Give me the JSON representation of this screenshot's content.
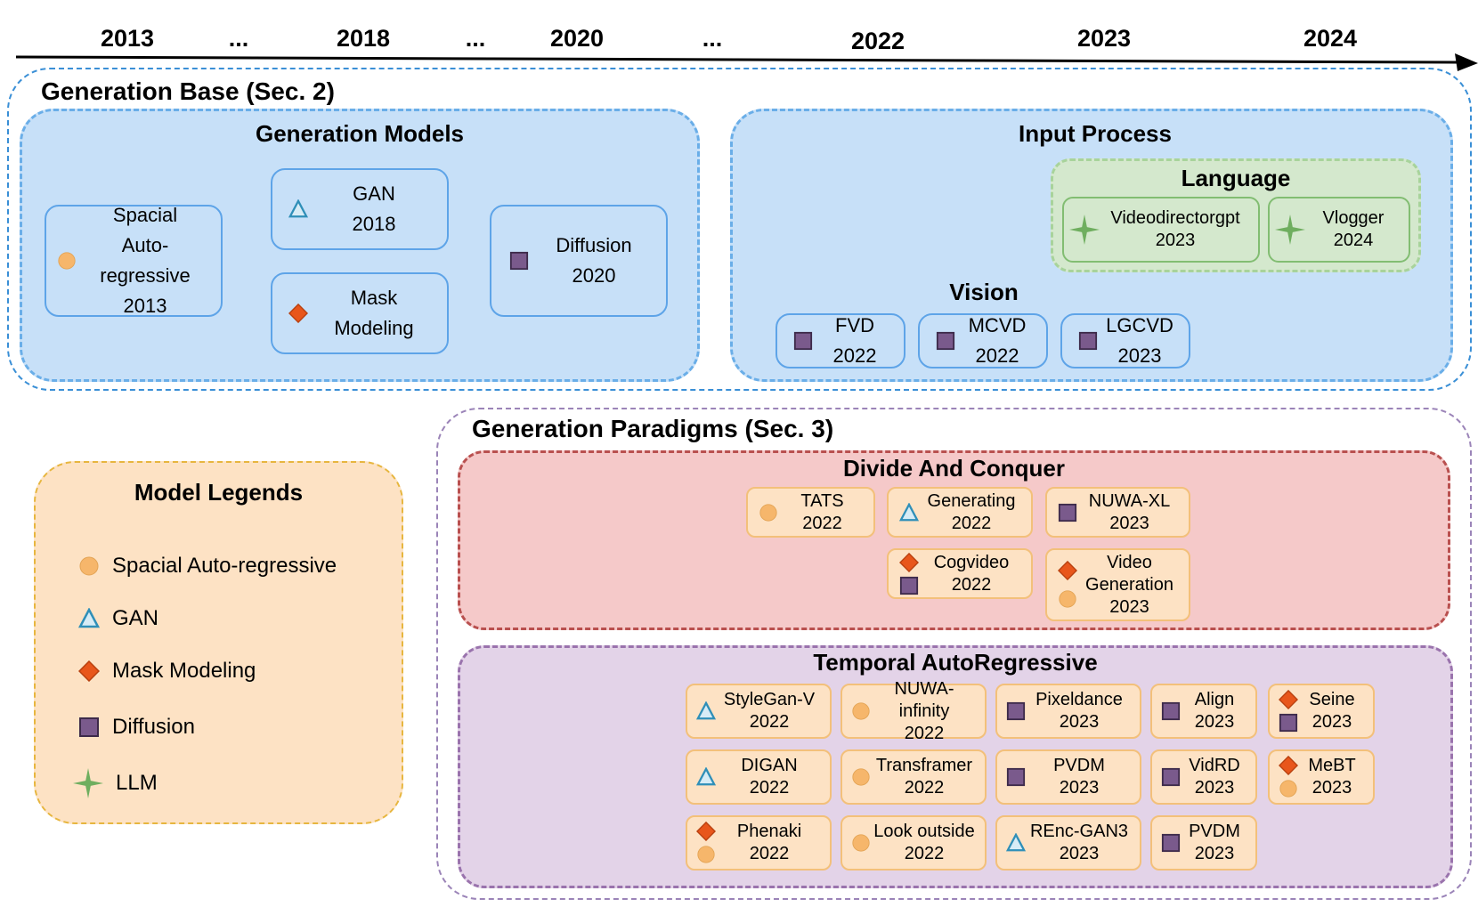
{
  "timeline": {
    "labels": [
      "2013",
      "...",
      "2018",
      "...",
      "2020",
      "...",
      "2022",
      "2023",
      "2024"
    ]
  },
  "colors": {
    "spacial_autoregressive": "#f6b66b",
    "gan": "#2f8fb8",
    "mask_modeling": "#e8561b",
    "diffusion": "#7a5a8c",
    "llm": "#6fae5f"
  },
  "generation_base": {
    "title": "Generation Base (Sec. 2)",
    "models": {
      "title": "Generation Models",
      "nodes": [
        {
          "icons": [
            "circle"
          ],
          "lines": [
            "Spacial",
            "Auto-regressive",
            "2013"
          ]
        },
        {
          "icons": [
            "triangle"
          ],
          "lines": [
            "GAN",
            "2018"
          ]
        },
        {
          "icons": [
            "diamond"
          ],
          "lines": [
            "Mask",
            "Modeling"
          ]
        },
        {
          "icons": [
            "square"
          ],
          "lines": [
            "Diffusion",
            "2020"
          ]
        }
      ]
    },
    "input": {
      "title": "Input Process",
      "language": {
        "title": "Language",
        "nodes": [
          {
            "icons": [
              "star"
            ],
            "lines": [
              "Videodirectorgpt",
              "2023"
            ]
          },
          {
            "icons": [
              "star"
            ],
            "lines": [
              "Vlogger",
              "2024"
            ]
          }
        ]
      },
      "vision": {
        "title": "Vision",
        "nodes": [
          {
            "icons": [
              "square"
            ],
            "lines": [
              "FVD",
              "2022"
            ]
          },
          {
            "icons": [
              "square"
            ],
            "lines": [
              "MCVD",
              "2022"
            ]
          },
          {
            "icons": [
              "square"
            ],
            "lines": [
              "LGCVD",
              "2023"
            ]
          }
        ]
      }
    }
  },
  "legend": {
    "title": "Model Legends",
    "items": [
      {
        "icon": "circle",
        "label": "Spacial Auto-regressive"
      },
      {
        "icon": "triangle",
        "label": "GAN"
      },
      {
        "icon": "diamond",
        "label": "Mask Modeling"
      },
      {
        "icon": "square",
        "label": "Diffusion"
      },
      {
        "icon": "star",
        "label": "LLM"
      }
    ]
  },
  "paradigms": {
    "title": "Generation Paradigms (Sec. 3)",
    "divide": {
      "title": "Divide And Conquer",
      "nodes": [
        {
          "icons": [
            "circle"
          ],
          "lines": [
            "TATS",
            "2022"
          ]
        },
        {
          "icons": [
            "triangle"
          ],
          "lines": [
            "Generating",
            "2022"
          ]
        },
        {
          "icons": [
            "square"
          ],
          "lines": [
            "NUWA-XL",
            "2023"
          ]
        },
        {
          "icons": [
            "diamond",
            "square"
          ],
          "lines": [
            "Cogvideo",
            "2022"
          ]
        },
        {
          "icons": [
            "diamond",
            "circle"
          ],
          "lines": [
            "Video",
            "Generation",
            "2023"
          ]
        }
      ]
    },
    "temporal": {
      "title": "Temporal AutoRegressive",
      "nodes": [
        {
          "icons": [
            "triangle"
          ],
          "lines": [
            "StyleGan-V",
            "2022"
          ]
        },
        {
          "icons": [
            "circle"
          ],
          "lines": [
            "NUWA-infinity",
            "2022"
          ]
        },
        {
          "icons": [
            "square"
          ],
          "lines": [
            "Pixeldance",
            "2023"
          ]
        },
        {
          "icons": [
            "square"
          ],
          "lines": [
            "Align",
            "2023"
          ]
        },
        {
          "icons": [
            "diamond",
            "square"
          ],
          "lines": [
            "Seine",
            "2023"
          ]
        },
        {
          "icons": [
            "triangle"
          ],
          "lines": [
            "DIGAN",
            "2022"
          ]
        },
        {
          "icons": [
            "circle"
          ],
          "lines": [
            "Transframer",
            "2022"
          ]
        },
        {
          "icons": [
            "square"
          ],
          "lines": [
            "PVDM",
            "2023"
          ]
        },
        {
          "icons": [
            "square"
          ],
          "lines": [
            "VidRD",
            "2023"
          ]
        },
        {
          "icons": [
            "diamond",
            "circle"
          ],
          "lines": [
            "MeBT",
            "2023"
          ]
        },
        {
          "icons": [
            "diamond",
            "circle"
          ],
          "lines": [
            "Phenaki",
            "2022"
          ]
        },
        {
          "icons": [
            "circle"
          ],
          "lines": [
            "Look outside",
            "2022"
          ]
        },
        {
          "icons": [
            "triangle"
          ],
          "lines": [
            "REnc-GAN3",
            "2023"
          ]
        },
        {
          "icons": [
            "square"
          ],
          "lines": [
            "PVDM",
            "2023"
          ]
        }
      ]
    }
  }
}
